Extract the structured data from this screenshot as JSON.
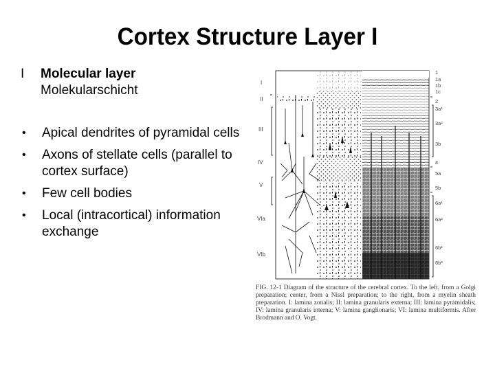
{
  "slide": {
    "title": "Cortex Structure Layer I",
    "layer": {
      "numeral": "I",
      "name": "Molecular layer",
      "german_name": "Molekularschicht"
    },
    "bullets": [
      {
        "marker": "•",
        "text": "Apical dendrites of pyramidal cells"
      },
      {
        "marker": "•",
        "text": "Axons of stellate cells (parallel to cortex surface)"
      },
      {
        "marker": "•",
        "text": "Few cell bodies"
      },
      {
        "marker": "•",
        "text": "Local (intracortical) information exchange"
      }
    ]
  },
  "figure": {
    "left_labels": [
      "I",
      "II",
      "III",
      "IV",
      "V",
      "VIa",
      "VIb"
    ],
    "right_labels": [
      "1",
      "1a",
      "1b",
      "1c",
      "2",
      "3a¹",
      "3a²",
      "3b",
      "4",
      "5a",
      "5b",
      "6a¹",
      "6a²",
      "6b¹",
      "6b²"
    ],
    "caption": "FIG. 12-1   Diagram of the structure of the cerebral cortex. To the left, from a Golgi preparation; center, from a Nissl preparation; to the right, from a myelin sheath preparation. I: lamina zonalis; II: lamina granularis externa; III: lamina pyramidalis; IV: lamina granularis interna; V: lamina ganglionaris; VI: lamina multiformis. After Brodmann and O. Vogt."
  }
}
